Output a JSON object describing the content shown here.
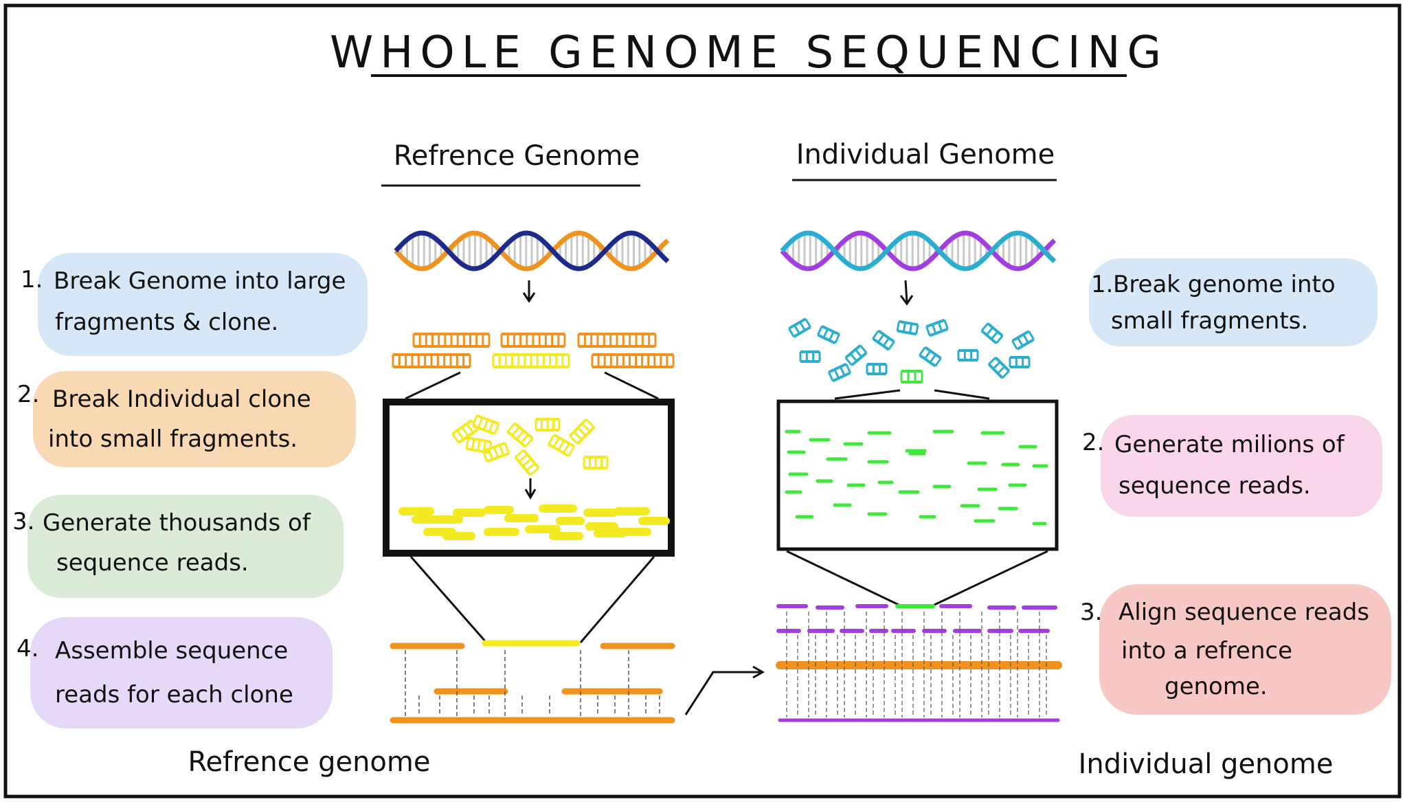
{
  "title": "WHOLE GENOME SEQUENCING",
  "left_column": {
    "header": "Refrence Genome",
    "footer": "Refrence genome",
    "steps": [
      {
        "number": "1.",
        "line1": "Break Genome into large",
        "line2": "fragments & clone."
      },
      {
        "number": "2.",
        "line1": "Break Individual clone",
        "line2": "into small fragments."
      },
      {
        "number": "3.",
        "line1": "Generate thousands of",
        "line2": "sequence reads."
      },
      {
        "number": "4.",
        "line1": "Assemble sequence",
        "line2": "reads for each clone"
      }
    ]
  },
  "right_column": {
    "header": "Individual Genome",
    "footer": "Individual genome",
    "steps": [
      {
        "number": "1.",
        "line1": "Break genome into",
        "line2": "small fragments.",
        "line3": ""
      },
      {
        "number": "2.",
        "line1": "Generate milions of",
        "line2": "sequence reads.",
        "line3": ""
      },
      {
        "number": "3.",
        "line1": "Align sequence reads",
        "line2": "into a refrence",
        "line3": "genome."
      }
    ]
  },
  "colors": {
    "blue_box": "#d6e8f7",
    "orange_box": "#f9d8b4",
    "green_box": "#dcebd8",
    "purple_box": "#e5d9f7",
    "pink_box": "#f9d6ea",
    "red_box": "#f7c8c4",
    "dna_orange": "#f0921e",
    "dna_navy": "#1c2a8c",
    "dna_purple": "#a23ee0",
    "dna_cyan": "#2aaed0",
    "fragment_yellow": "#f4ea22",
    "fragment_green": "#3fe83a",
    "ink": "#111111"
  }
}
